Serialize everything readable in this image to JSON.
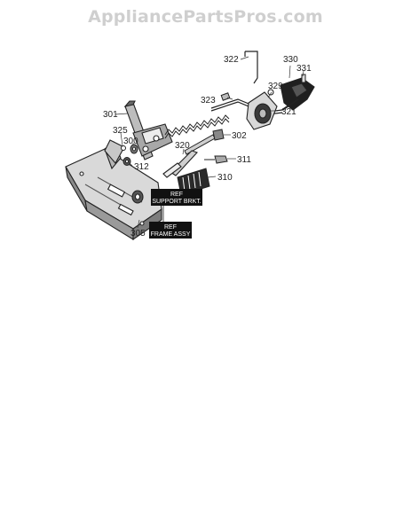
{
  "watermark": "AppliancePartsPros.com",
  "callouts": {
    "p322": "322",
    "p330": "330",
    "p331": "331",
    "p329": "329",
    "p323": "323",
    "p321": "321",
    "p301": "301",
    "p325": "325",
    "p300": "300",
    "p320": "320",
    "p302": "302",
    "p311": "311",
    "p312": "312",
    "p310": "310",
    "p305": "305"
  },
  "ref_labels": {
    "support_line1": "REF",
    "support_line2": "SUPPORT BRKT.",
    "frame_line1": "REF",
    "frame_line2": "FRAME ASSY"
  }
}
